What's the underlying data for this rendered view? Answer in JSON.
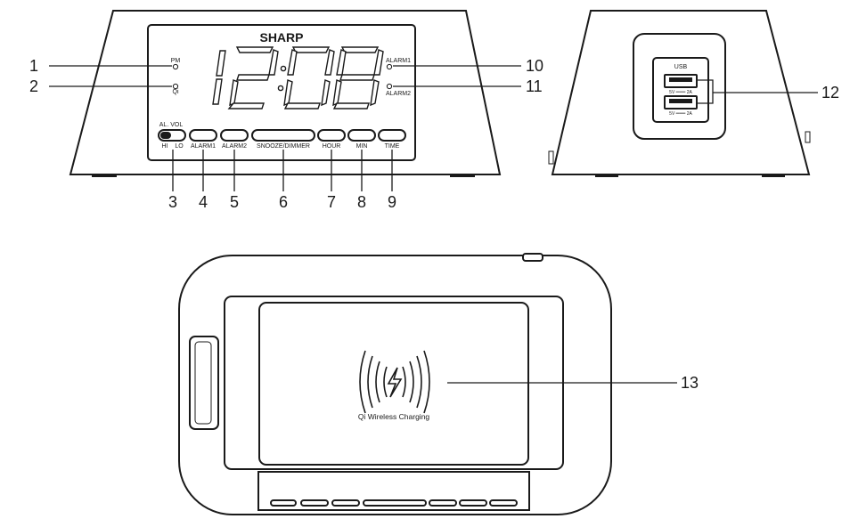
{
  "front": {
    "brand": "SHARP",
    "indicator_pm": "PM",
    "indicator_qi": "Qi",
    "indicator_alarm1": "ALARM1",
    "indicator_alarm2": "ALARM2",
    "switch_title": "AL. VOL",
    "switch_hi": "HI",
    "switch_lo": "LO",
    "btn_alarm1": "ALARM1",
    "btn_alarm2": "ALARM2",
    "btn_snooze": "SNOOZE/DIMMER",
    "btn_hour": "HOUR",
    "btn_min": "MIN",
    "btn_time": "TIME"
  },
  "side": {
    "usb_label": "USB",
    "port1_rating": "5V ═══ 2A",
    "port2_rating": "5V ═══ 2A"
  },
  "top": {
    "charging_label": "Qi Wireless Charging"
  },
  "callouts": {
    "c1": "1",
    "c2": "2",
    "c3": "3",
    "c4": "4",
    "c5": "5",
    "c6": "6",
    "c7": "7",
    "c8": "8",
    "c9": "9",
    "c10": "10",
    "c11": "11",
    "c12": "12",
    "c13": "13"
  },
  "colors": {
    "ink": "#1a1a1a",
    "background": "#ffffff"
  }
}
